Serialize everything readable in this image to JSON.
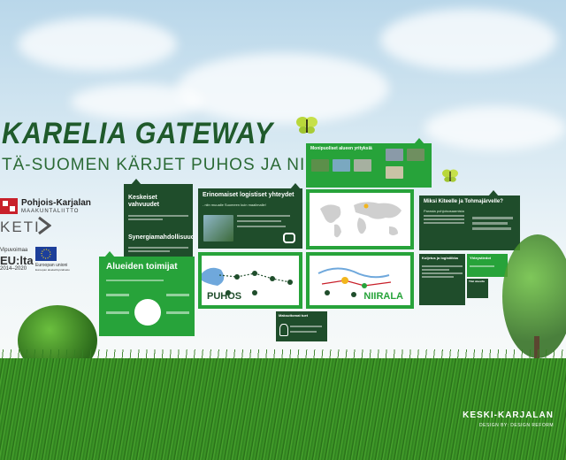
{
  "title": {
    "main": "KARELIA GATEWAY",
    "subtitle": "TÄ-SUOMEN KÄRJET PUHOS JA NIIRALA"
  },
  "logos": {
    "pohjois_karjalan": "Pohjois-Karjalan",
    "maakuntaliitto": "MAAKUNTALIITTO",
    "keti": "KETI",
    "vipuvoimaa": "Vipuvoimaa",
    "eu_lta": "EU:lta",
    "years": "2014–2020",
    "eu_union": "Euroopan unioni",
    "eu_fund": "Euroopan aluekehitysrahasto"
  },
  "cards": {
    "keskeiset": "Keskeiset vahvuudet",
    "synergia": "Synergiamahdollisuudet",
    "alueiden": "Alueiden toimijat",
    "erinomaiset": "Erinomaiset logistiset yhteydet",
    "erinomaiset_sub": "- niin muualle Suomeen kuin maailmalle!",
    "monipuoliset": "Monipuoliset alueen yrityksiä",
    "miksi": "Miksi Kiteelle ja Tohmajärvelle?",
    "miksi_sub": "Parasta pohjoisosaamista",
    "puhos": "PUHOS",
    "niirala": "NIIRALA",
    "kuljetus": "Kuljetus ja logistiikka",
    "yhteystiedot": "Yhteystiedot",
    "tilat": "Tilat alueella",
    "maksuttomat": "Maksuttomat tuet"
  },
  "footer": {
    "brand": "KESKI-KARJALAN",
    "design": "DESIGN BY: DESIGN REFORM"
  },
  "colors": {
    "dark_green": "#1f4d2b",
    "bright_green": "#27a33a",
    "title_green": "#1f5a2b"
  }
}
